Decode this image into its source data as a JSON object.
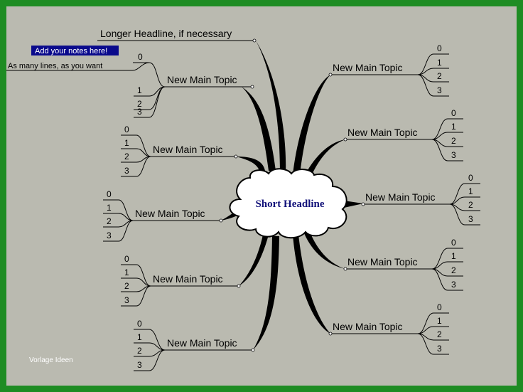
{
  "center": {
    "label": "Short Headline"
  },
  "top_headline": "Longer Headline, if necessary",
  "notes": {
    "highlight": "Add your notes here!",
    "line": "As many lines, as you want",
    "zero": "0"
  },
  "topic_label": "New Main Topic",
  "sub_labels": [
    "0",
    "1",
    "2",
    "3"
  ],
  "watermark": "Vorlage Ideen",
  "colors": {
    "frame": "#1e8c23",
    "background": "#babab0",
    "center_text": "#12127a",
    "note_highlight": "#0a0a8c"
  }
}
